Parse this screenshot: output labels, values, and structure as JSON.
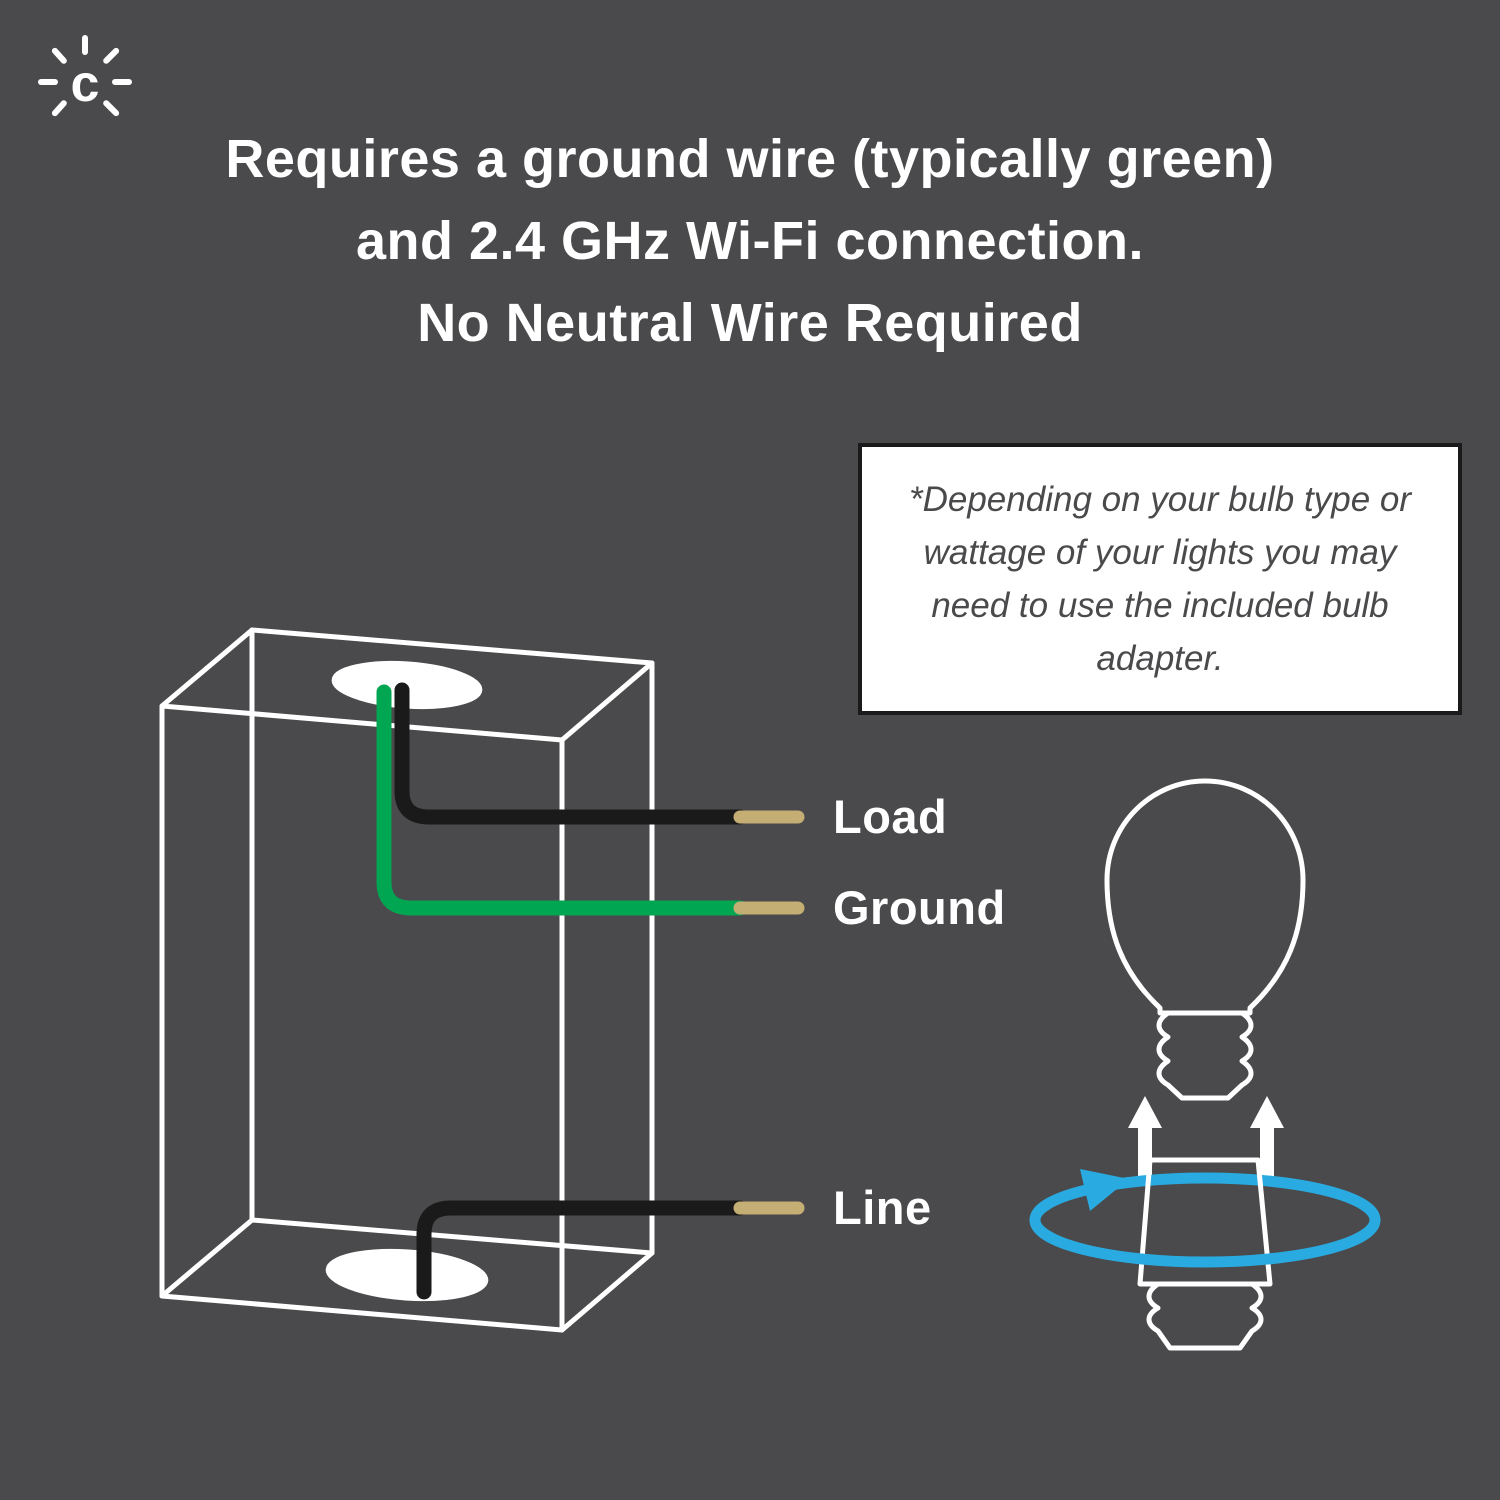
{
  "colors": {
    "background": "#4a4a4c",
    "heading_text": "#ffffff",
    "note_background": "#ffffff",
    "note_border": "#1a1a1a",
    "note_text": "#4a4a4c",
    "outline": "#ffffff",
    "wire_black": "#1a1a1a",
    "wire_green": "#00a651",
    "wire_tip": "#c4ae74",
    "rotation_arrow": "#29abe2"
  },
  "logo": {
    "letter": "c"
  },
  "heading": {
    "line1": "Requires a ground wire (typically green)",
    "line2": "and 2.4 GHz Wi-Fi connection.",
    "line3": "No Neutral Wire Required"
  },
  "note": {
    "text": "*Depending on your bulb type or wattage of your lights you may need to use the included bulb adapter."
  },
  "wiring": {
    "labels": [
      "Load",
      "Ground",
      "Line"
    ]
  }
}
